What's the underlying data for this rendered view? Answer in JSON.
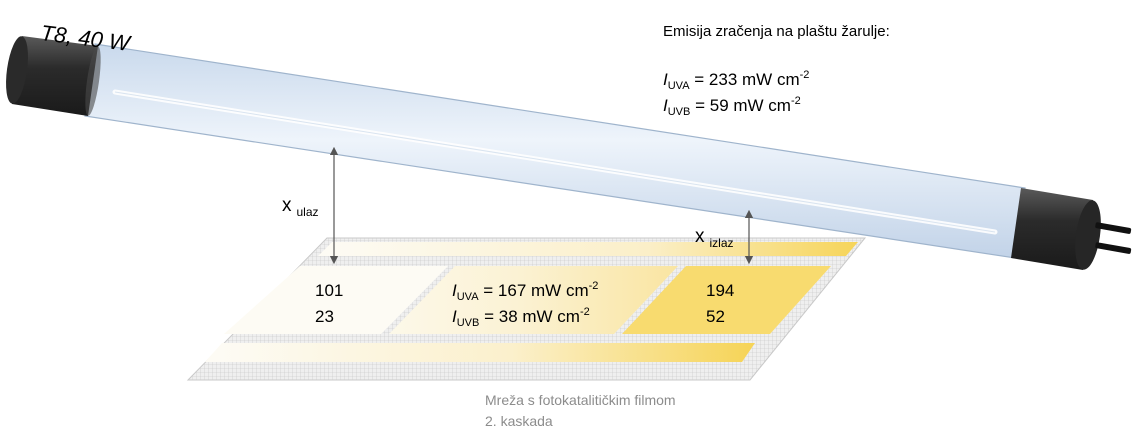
{
  "lamp": {
    "label": "T8, 40 W"
  },
  "emission": {
    "title": "Emisija zračenja na plaštu žarulje:",
    "uva": {
      "symbol": "I",
      "sub": "UVA",
      "rest": " = 233 mW cm",
      "exp": "-2"
    },
    "uvb": {
      "symbol": "I",
      "sub": "UVB",
      "rest": " = 59 mW cm",
      "exp": "-2"
    }
  },
  "distances": {
    "inlet": {
      "symbol": "x",
      "sub": "ulaz"
    },
    "outlet": {
      "symbol": "x",
      "sub": "izlaz"
    }
  },
  "mesh_values": {
    "left": {
      "uva": "101",
      "uvb": "23"
    },
    "middle": {
      "uva": {
        "symbol": "I",
        "sub": "UVA",
        "rest": " = 167 mW cm",
        "exp": "-2"
      },
      "uvb": {
        "symbol": "I",
        "sub": "UVB",
        "rest": " = 38 mW cm",
        "exp": "-2"
      }
    },
    "right": {
      "uva": "194",
      "uvb": "52"
    }
  },
  "caption": {
    "line1": "Mreža s fotokatalitičkim filmom",
    "line2": "2. kaskada"
  },
  "colors": {
    "tube_glass": "#dde8f4",
    "tube_edge": "#9fb4cc",
    "end_cap": "#3a3a3a",
    "mesh_light": "#fbf6e6",
    "mesh_yellow": "#f7d866",
    "text": "#000000",
    "caption_text": "#8c8c8c",
    "arrow": "#555555"
  }
}
